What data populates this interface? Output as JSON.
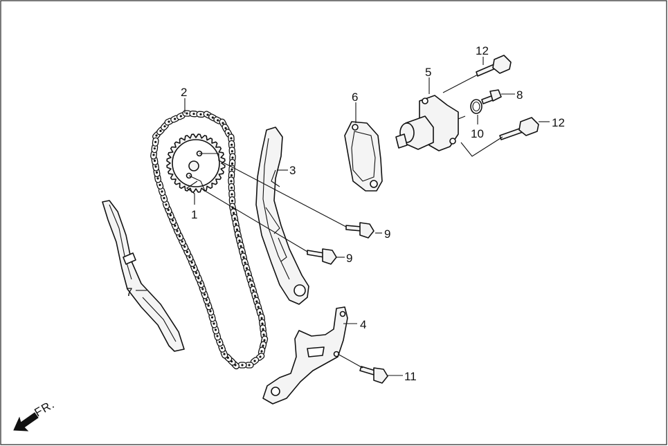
{
  "diagram": {
    "callouts": [
      {
        "id": "1",
        "text": "1"
      },
      {
        "id": "2",
        "text": "2"
      },
      {
        "id": "3",
        "text": "3"
      },
      {
        "id": "4",
        "text": "4"
      },
      {
        "id": "5",
        "text": "5"
      },
      {
        "id": "6",
        "text": "6"
      },
      {
        "id": "7",
        "text": "7"
      },
      {
        "id": "8",
        "text": "8"
      },
      {
        "id": "9a",
        "text": "9"
      },
      {
        "id": "9b",
        "text": "9"
      },
      {
        "id": "10",
        "text": "10"
      },
      {
        "id": "11",
        "text": "11"
      },
      {
        "id": "12a",
        "text": "12"
      },
      {
        "id": "12b",
        "text": "12"
      }
    ],
    "direction_label": "FR."
  }
}
